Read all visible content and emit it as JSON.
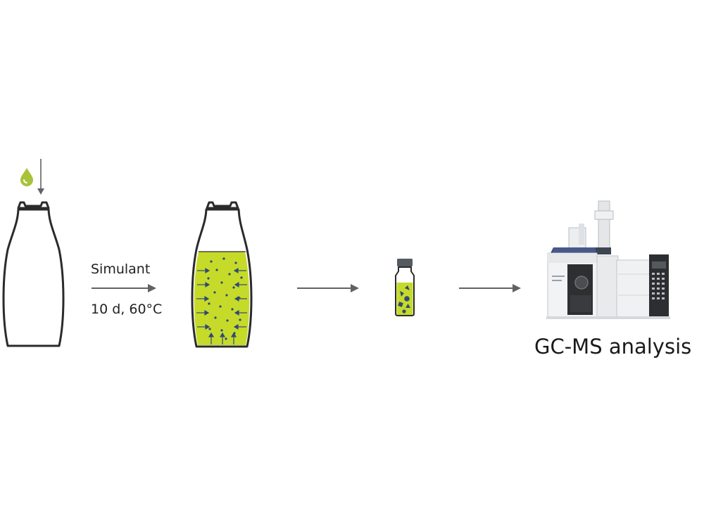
{
  "labels": {
    "simulant": "Simulant",
    "conditions": "10 d, 60°C",
    "analysis": "GC-MS analysis"
  },
  "colors": {
    "outline": "#2b2b2b",
    "liquid": "#c6da2a",
    "droplet": "#a8c23a",
    "particle": "#2f4a73",
    "arrow": "#5f6368",
    "vial_cap": "#555b61"
  },
  "icons": [
    "droplet-icon",
    "bottle-icon",
    "filled-bottle-icon",
    "vial-icon",
    "gc-ms-instrument-icon"
  ]
}
